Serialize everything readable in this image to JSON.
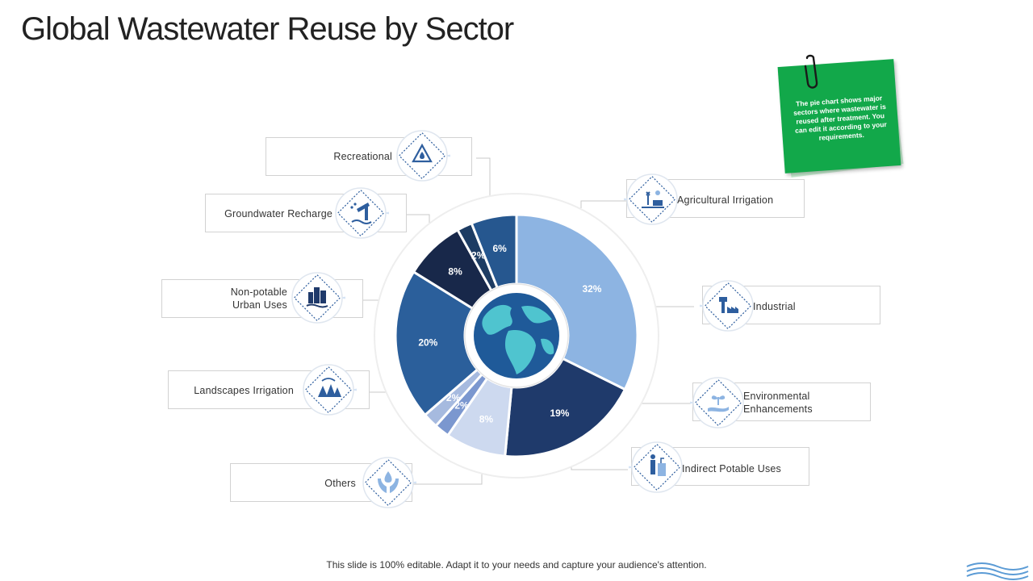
{
  "title": "Global Wastewater Reuse by Sector",
  "footer": "This slide is 100% editable. Adapt it to your needs and capture your audience's attention.",
  "note": {
    "text": "The pie chart shows major sectors where wastewater is reused after treatment. You can edit it according to your requirements."
  },
  "labels": {
    "recreational": "Recreational",
    "groundwater": "Groundwater  Recharge",
    "nonpotable": "Non-potable\nUrban  Uses",
    "landscapes": "Landscapes  Irrigation",
    "others": "Others",
    "agricultural": "Agricultural  Irrigation",
    "industrial": "Industrial",
    "environmental": "Environmental\nEnhancements",
    "indirect": "Indirect  Potable Uses"
  },
  "colors": {
    "accent": "#2e5e9e",
    "note_green": "#12a84a"
  },
  "chart_data": {
    "type": "pie",
    "title": "",
    "slices": [
      {
        "label": "32%",
        "value": 32,
        "color": "#8db4e2"
      },
      {
        "label": "19%",
        "value": 19,
        "color": "#1f3a6b"
      },
      {
        "label": "8%",
        "value": 8,
        "color": "#cdd9ef"
      },
      {
        "label": "2%",
        "value": 2,
        "color": "#7b97cf"
      },
      {
        "label": "2%",
        "value": 2,
        "color": "#a6badf"
      },
      {
        "label": "20%",
        "value": 20,
        "color": "#2b5f9b"
      },
      {
        "label": "8%",
        "value": 8,
        "color": "#18284a"
      },
      {
        "label": "2%",
        "value": 2,
        "color": "#1d3c63"
      },
      {
        "label": "6%",
        "value": 6,
        "color": "#26578f"
      }
    ],
    "center_graphic": "globe-icon",
    "legend": "none"
  }
}
